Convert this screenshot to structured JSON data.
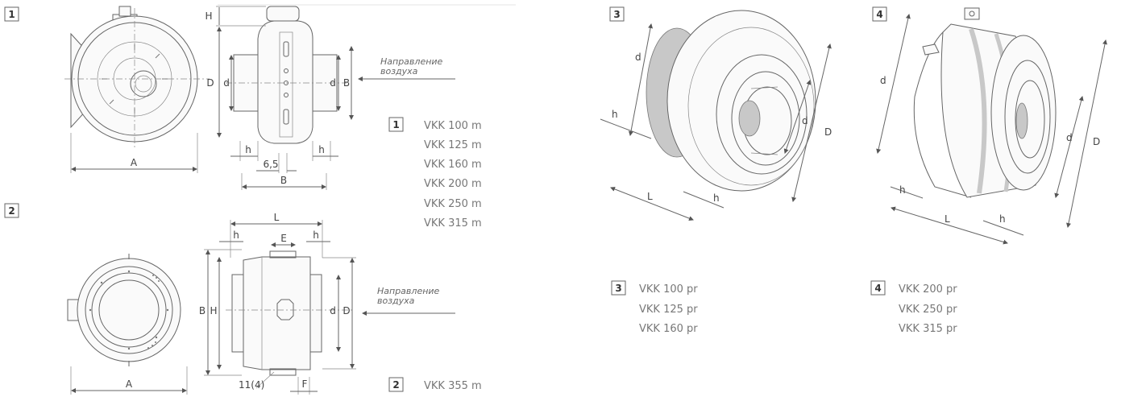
{
  "figures": [
    {
      "number": "1"
    },
    {
      "number": "2"
    },
    {
      "number": "3"
    },
    {
      "number": "4"
    }
  ],
  "dims": {
    "A": "A",
    "B": "B",
    "D": "D",
    "H": "H",
    "d": "d",
    "h": "h",
    "L": "L",
    "E": "E",
    "F": "F",
    "offset": "6,5",
    "mount": "11(4)"
  },
  "airflow": {
    "line1": "Направление",
    "line2": "воздуха"
  },
  "groups": [
    {
      "number": "1",
      "models": [
        "VKK 100 m",
        "VKK 125 m",
        "VKK 160 m",
        "VKK 200 m",
        "VKK 250 m",
        "VKK 315 m"
      ]
    },
    {
      "number": "2",
      "models": [
        "VKK 355 m"
      ]
    },
    {
      "number": "3",
      "models": [
        "VKK 100 pr",
        "VKK 125 pr",
        "VKK 160 pr"
      ]
    },
    {
      "number": "4",
      "models": [
        "VKK 200 pr",
        "VKK 250 pr",
        "VKK 315 pr"
      ]
    }
  ]
}
